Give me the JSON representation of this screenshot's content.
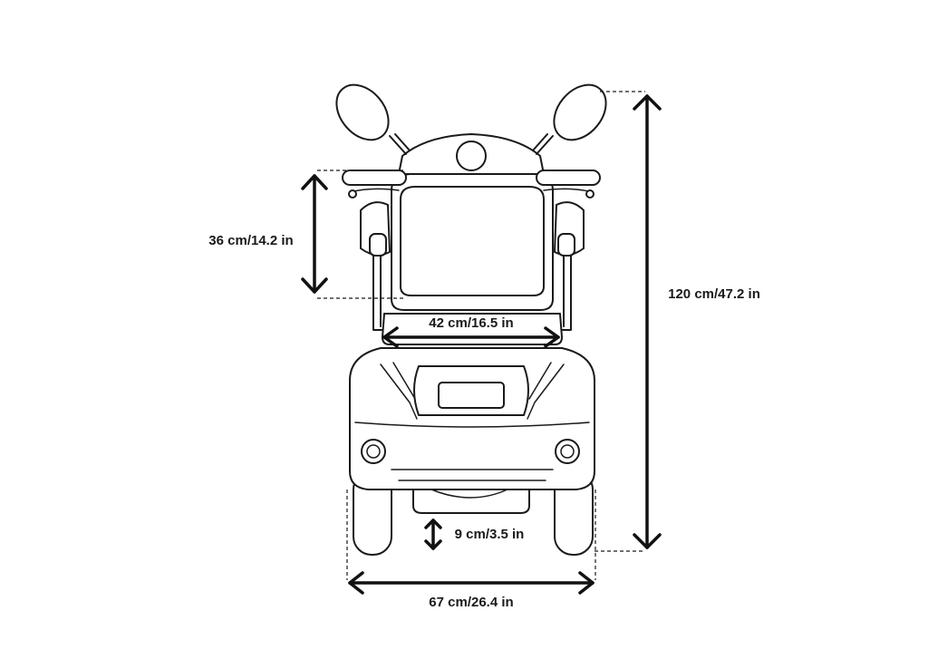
{
  "dimensions": {
    "seat_back_height": "36 cm/14.2 in",
    "seat_width": "42 cm/16.5 in",
    "total_height": "120 cm/47.2 in",
    "ground_clearance": "9 cm/3.5 in",
    "total_width": "67 cm/26.4 in"
  },
  "colors": {
    "line": "#1a1a1a",
    "background": "#ffffff"
  }
}
